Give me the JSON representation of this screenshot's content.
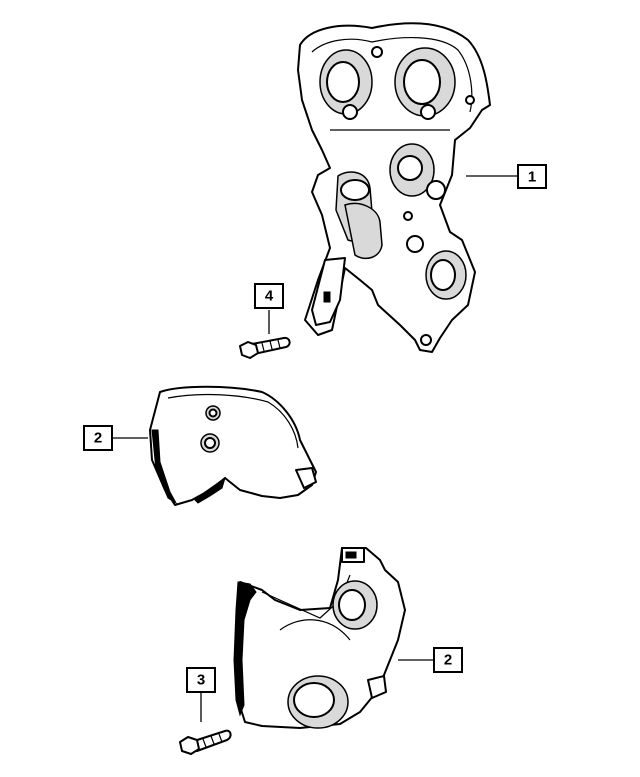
{
  "callouts": [
    {
      "label": "1"
    },
    {
      "label": "4"
    },
    {
      "label": "2"
    },
    {
      "label": "2"
    },
    {
      "label": "3"
    }
  ]
}
